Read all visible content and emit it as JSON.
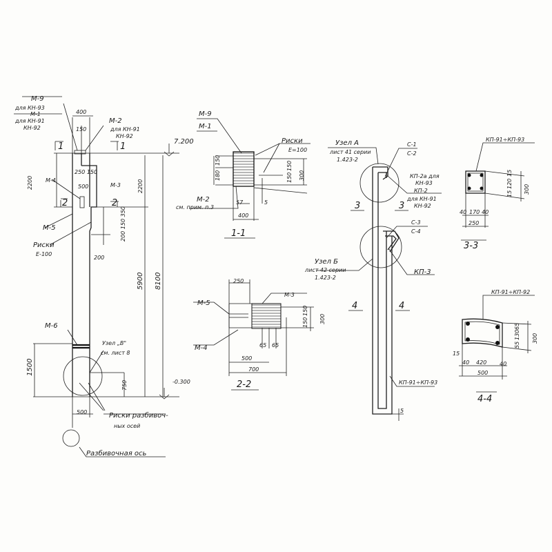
{
  "elevation": {
    "m9": "М-9",
    "for_kn93": "для КН-93",
    "m1": "М-1",
    "for_kn91": "для КН-91",
    "kn92": "КН-92",
    "dim_400": "400",
    "dim_150": "150",
    "m2": "М-2",
    "m2_for": "для КН-91",
    "m2_kn92": "КН-92",
    "section1": "1",
    "level_top": "7.200",
    "dim_2200_left": "2200",
    "dim_2200_right": "2200",
    "dim_250_150": "250 150",
    "dim_500_top": "500",
    "m4": "М-4",
    "m3": "М-3",
    "section2": "2",
    "m5": "М-5",
    "marks": "Риски",
    "marks_step": "Е-100",
    "dim_200_150_350": "200 150 350",
    "dim_200": "200",
    "dim_5900": "5900",
    "dim_8100": "8100",
    "m6": "М-6",
    "dim_1500": "1500",
    "node_v": "Узел „В\"",
    "node_v_ref": "см. лист 8",
    "dim_750": "750",
    "level_bottom": "-0.300",
    "dim_500_bottom": "500",
    "axis_marks_1": "Риски разбивоч-",
    "axis_marks_2": "ных осей",
    "axis_label": "Разбивочная ось"
  },
  "section_1_1": {
    "title": "1-1",
    "m9": "М-9",
    "m1": "М-1",
    "marks": "Риски",
    "marks_step": "Е=100",
    "dim_180": "180",
    "dim_150a": "150",
    "dim_150b": "150",
    "dim_150c": "150",
    "dim_300": "300",
    "m2": "М-2",
    "note": "см. прим. п.3",
    "dim_57": "57",
    "dim_5": "5",
    "dim_400": "400"
  },
  "section_2_2": {
    "title": "2-2",
    "dim_250": "250",
    "m3": "М-3",
    "m5": "М-5",
    "m4": "М-4",
    "dim_150a": "150",
    "dim_150b": "150",
    "dim_300": "300",
    "dim_65a": "65",
    "dim_65b": "65",
    "dim_500": "500",
    "dim_700": "700"
  },
  "frame": {
    "node_a": "Узел А",
    "node_a_ref1": "лист 41 серии",
    "node_a_ref2": "1.423-2",
    "c1": "С-1",
    "c2": "С-2",
    "kp2a": "КП-2а для",
    "kn93": "КН-93",
    "kp2": "КП-2",
    "for_kn91": "для КН-91",
    "kn92": "КН-92",
    "sec3_left": "3",
    "sec3_right": "3",
    "c3": "С-3",
    "c4": "С-4",
    "node_b": "Узел Б",
    "node_b_ref1": "лист 42 серии",
    "node_b_ref2": "1.423-2",
    "kp3": "КП-3",
    "sec4_left": "4",
    "sec4_right": "4",
    "kp91_93": "КП-91÷КП-93",
    "dim_5": "5"
  },
  "section_3_3": {
    "title": "3-3",
    "label": "КП-91÷КП-93",
    "dim_15a": "15",
    "dim_120": "120",
    "dim_15b": "15",
    "dim_300": "300",
    "dim_40a": "40",
    "dim_170": "170",
    "dim_40b": "40",
    "dim_250": "250"
  },
  "section_4_4": {
    "title": "4-4",
    "label": "КП-91÷КП-92",
    "dim_65": "65",
    "dim_130": "130",
    "dim_55": "55",
    "dim_300": "300",
    "dim_15": "15",
    "dim_40a": "40",
    "dim_420": "420",
    "dim_40b": "40",
    "dim_500": "500"
  }
}
